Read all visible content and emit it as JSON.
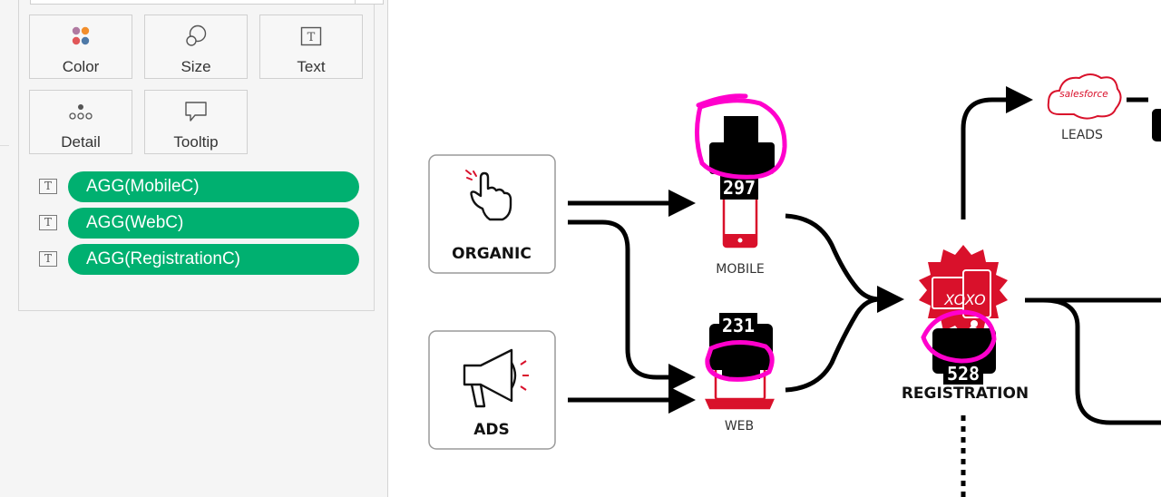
{
  "marks": {
    "buttons": [
      {
        "label": "Color"
      },
      {
        "label": "Size"
      },
      {
        "label": "Text"
      },
      {
        "label": "Detail"
      },
      {
        "label": "Tooltip"
      }
    ],
    "fields": [
      {
        "type_glyph": "T",
        "label": "AGG(MobileC)"
      },
      {
        "type_glyph": "T",
        "label": "AGG(WebC)"
      },
      {
        "type_glyph": "T",
        "label": "AGG(RegistrationC)"
      }
    ]
  },
  "flow": {
    "organic": {
      "label": "ORGANIC"
    },
    "ads": {
      "label": "ADS"
    },
    "mobile": {
      "label": "MOBILE",
      "count": "297"
    },
    "web": {
      "label": "WEB",
      "count": "231"
    },
    "registration": {
      "label": "REGISTRATION",
      "count": "528",
      "badge_text": "XOXO"
    },
    "leads": {
      "label": "LEADS",
      "logo_text": "salesforce"
    }
  },
  "colors": {
    "pill_green": "#00b070",
    "accent_red": "#d9112b",
    "annotation_magenta": "#ff00cc"
  }
}
